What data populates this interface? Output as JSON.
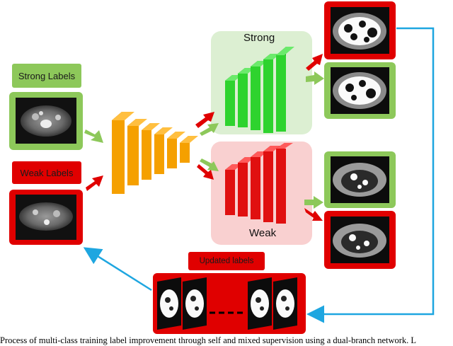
{
  "labels": {
    "strong_labels": "Strong Labels",
    "weak_labels": "Weak Labels",
    "updated_labels": "Updated labels",
    "strong_branch": "Strong",
    "weak_branch": "Weak"
  },
  "caption": "Process of multi-class training label improvement through self and mixed supervision using a dual-branch network. L",
  "colors": {
    "green_frame": "#8dc85a",
    "red_frame": "#e00000",
    "orange_block": "#f5a000",
    "green_block": "#2ed32e",
    "red_block": "#e01010",
    "strong_bg": "#dcefd2",
    "weak_bg": "#f9d0d0",
    "feedback_line": "#1ea6e0"
  }
}
